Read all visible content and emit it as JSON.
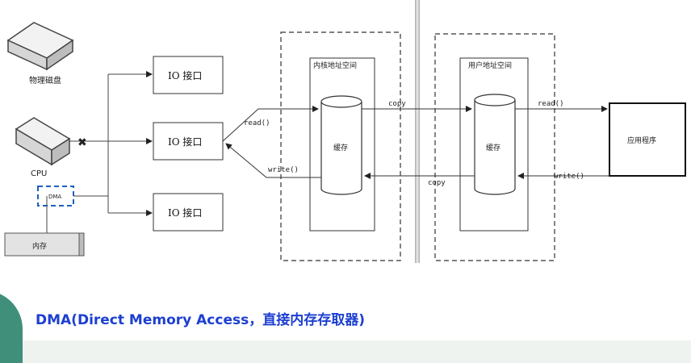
{
  "diagram": {
    "devices": {
      "disk_label": "物理磁盘",
      "cpu_label": "CPU",
      "dma_label": "DMA",
      "memory_label": "内存"
    },
    "io_interfaces": [
      "IO 接口",
      "IO 接口",
      "IO 接口"
    ],
    "kernel_space": {
      "title": "内核地址空间",
      "buffer_label": "缓存"
    },
    "user_space": {
      "title": "用户地址空间",
      "buffer_label": "缓存"
    },
    "application_label": "应用程序",
    "arrows": {
      "io_to_kernel": "read()",
      "kernel_to_io": "write()",
      "kernel_to_user": "copy",
      "user_to_kernel": "copy",
      "user_to_app": "read()",
      "app_to_user": "write()"
    },
    "blocked_marker": "✖"
  },
  "caption": "DMA(Direct Memory Access，直接内存存取器)",
  "colors": {
    "caption": "#1c3fd1",
    "dma_box": "#1f5fbf",
    "corner": "#3f8f7b"
  }
}
